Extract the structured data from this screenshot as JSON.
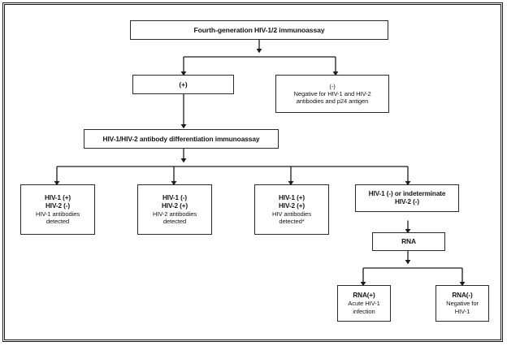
{
  "figure": {
    "title": "HIV testing algorithm flowchart",
    "frame_color": "#1a1a1a",
    "box_border_color": "#2b2b2b",
    "line_color": "#1a1a1a",
    "background": "#ffffff"
  },
  "nodes": {
    "assay": {
      "line1": "Fourth-generation HIV-1/2 immunoassay"
    },
    "positive": {
      "line1": "(+)"
    },
    "negative": {
      "line1": "(-)",
      "line2": "Negative for HIV-1 and HIV-2",
      "line3": "antibodies and p24 antigen"
    },
    "differentiation": {
      "line1": "HIV-1/HIV-2 antibody differentiation immunoassay"
    },
    "result1": {
      "line1": "HIV-1 (+)",
      "line2": "HIV-2 (-)",
      "line3": "HIV-1 antibodies",
      "line4": "detected"
    },
    "result2": {
      "line1": "HIV-1 (-)",
      "line2": "HIV-2 (+)",
      "line3": "HIV-2 antibodies",
      "line4": "detected"
    },
    "result3": {
      "line1": "HIV-1 (+)",
      "line2": "HIV-2 (+)",
      "line3": "HIV antibodies",
      "line4": "detected*"
    },
    "result4": {
      "line1": "HIV-1 (-) or indeterminate",
      "line2": "HIV-2 (-)"
    },
    "rna": {
      "line1": "RNA"
    },
    "rna_positive": {
      "line1": "RNA(+)",
      "line2": "Acute HIV-1",
      "line3": "infection"
    },
    "rna_negative": {
      "line1": "RNA(-)",
      "line2": "Negative for",
      "line3": "HIV-1"
    }
  }
}
